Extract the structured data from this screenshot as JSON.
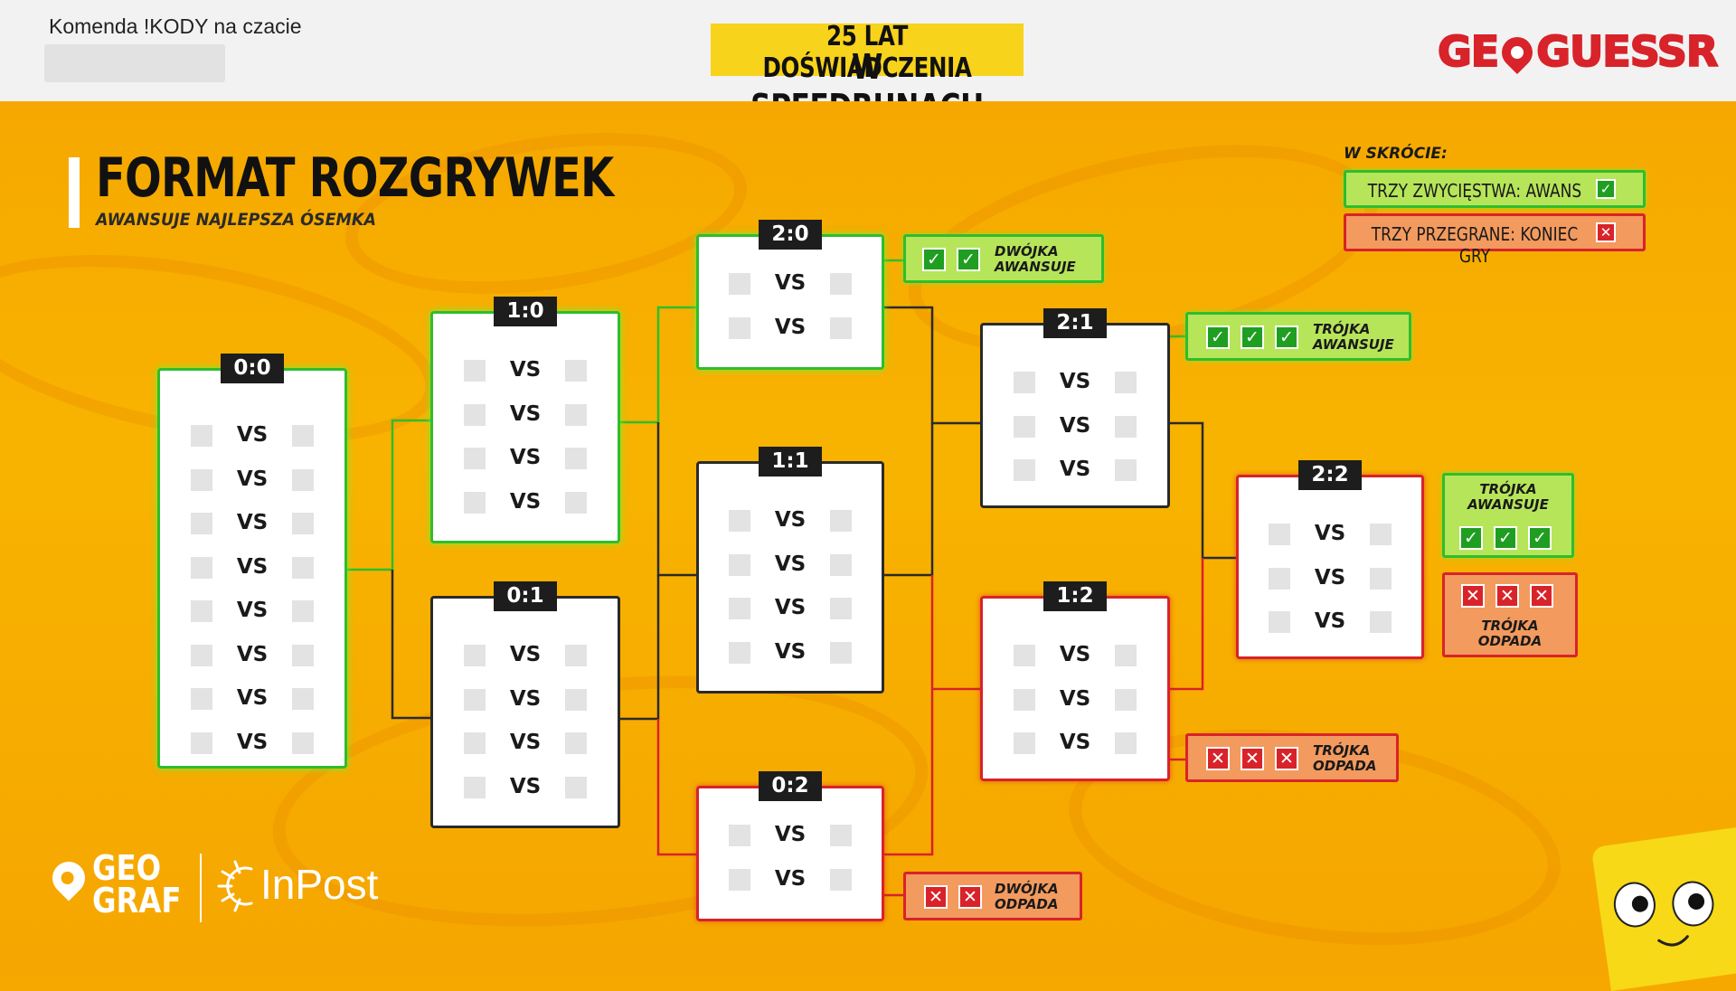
{
  "header": {
    "command_label": "Komenda !KODY na czacie",
    "banner_line1": "25 LAT DOŚWIADCZENIA",
    "banner_line2": "W SPEEDRUNACH",
    "brand_left": "GE",
    "brand_right": "GUESSR"
  },
  "page": {
    "title": "FORMAT ROZGRYWEK",
    "subtitle": "AWANSUJE NAJLEPSZA ÓSEMKA"
  },
  "legend": {
    "heading": "W SKRÓCIE:",
    "win": "TRZY ZWYCIĘSTWA: AWANS",
    "lose": "TRZY PRZEGRANE: KONIEC GRY"
  },
  "vs_label": "VS",
  "brackets": [
    {
      "record": "0:0",
      "matches": 8,
      "status": "green"
    },
    {
      "record": "1:0",
      "matches": 4,
      "status": "green"
    },
    {
      "record": "0:1",
      "matches": 4,
      "status": "dark"
    },
    {
      "record": "2:0",
      "matches": 2,
      "status": "green"
    },
    {
      "record": "1:1",
      "matches": 4,
      "status": "dark"
    },
    {
      "record": "0:2",
      "matches": 2,
      "status": "red"
    },
    {
      "record": "2:1",
      "matches": 3,
      "status": "dark"
    },
    {
      "record": "1:2",
      "matches": 3,
      "status": "red"
    },
    {
      "record": "2:2",
      "matches": 3,
      "status": "red"
    }
  ],
  "results": {
    "two_advance": {
      "line1": "DWÓJKA",
      "line2": "AWANSUJE",
      "count": 2
    },
    "three_advance_a": {
      "line1": "TRÓJKA",
      "line2": "AWANSUJE",
      "count": 3
    },
    "three_advance_b": {
      "line1": "TRÓJKA",
      "line2": "AWANSUJE",
      "count": 3
    },
    "three_out_a": {
      "line1": "TRÓJKA",
      "line2": "ODPADA",
      "count": 3
    },
    "three_out_b": {
      "line1": "TRÓJKA",
      "line2": "ODPADA",
      "count": 3
    },
    "two_out": {
      "line1": "DWÓJKA",
      "line2": "ODPADA",
      "count": 2
    }
  },
  "footer": {
    "geograf_line1": "GEO",
    "geograf_line2": "GRAF",
    "inpost": "InPost"
  },
  "colors": {
    "background": "#f6a800",
    "win": "#2fbd2d",
    "lose": "#d8232a",
    "banner": "#f8d31b"
  }
}
